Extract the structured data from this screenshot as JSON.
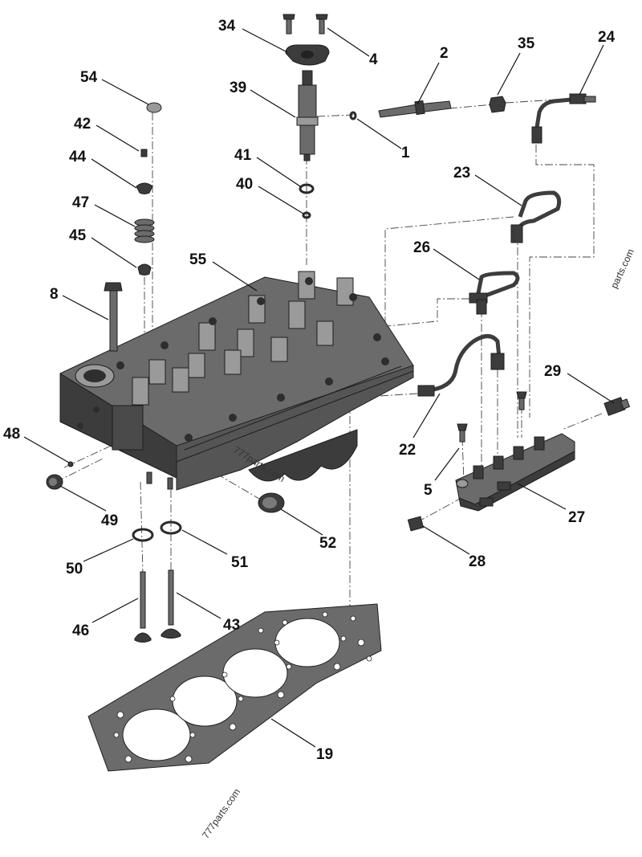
{
  "callouts": [
    {
      "id": "34",
      "label": "34"
    },
    {
      "id": "4",
      "label": "4"
    },
    {
      "id": "2",
      "label": "2"
    },
    {
      "id": "35",
      "label": "35"
    },
    {
      "id": "24",
      "label": "24"
    },
    {
      "id": "54",
      "label": "54"
    },
    {
      "id": "39",
      "label": "39"
    },
    {
      "id": "1",
      "label": "1"
    },
    {
      "id": "42",
      "label": "42"
    },
    {
      "id": "44",
      "label": "44"
    },
    {
      "id": "41",
      "label": "41"
    },
    {
      "id": "40",
      "label": "40"
    },
    {
      "id": "23",
      "label": "23"
    },
    {
      "id": "47",
      "label": "47"
    },
    {
      "id": "45",
      "label": "45"
    },
    {
      "id": "26",
      "label": "26"
    },
    {
      "id": "55",
      "label": "55"
    },
    {
      "id": "8",
      "label": "8"
    },
    {
      "id": "29",
      "label": "29"
    },
    {
      "id": "48",
      "label": "48"
    },
    {
      "id": "22",
      "label": "22"
    },
    {
      "id": "5",
      "label": "5"
    },
    {
      "id": "49",
      "label": "49"
    },
    {
      "id": "27",
      "label": "27"
    },
    {
      "id": "52",
      "label": "52"
    },
    {
      "id": "28",
      "label": "28"
    },
    {
      "id": "50",
      "label": "50"
    },
    {
      "id": "51",
      "label": "51"
    },
    {
      "id": "46",
      "label": "46"
    },
    {
      "id": "43",
      "label": "43"
    },
    {
      "id": "19",
      "label": "19"
    }
  ],
  "watermarks": {
    "center": "777parts.com",
    "bottom": "777parts.com",
    "edge": "parts.com"
  }
}
